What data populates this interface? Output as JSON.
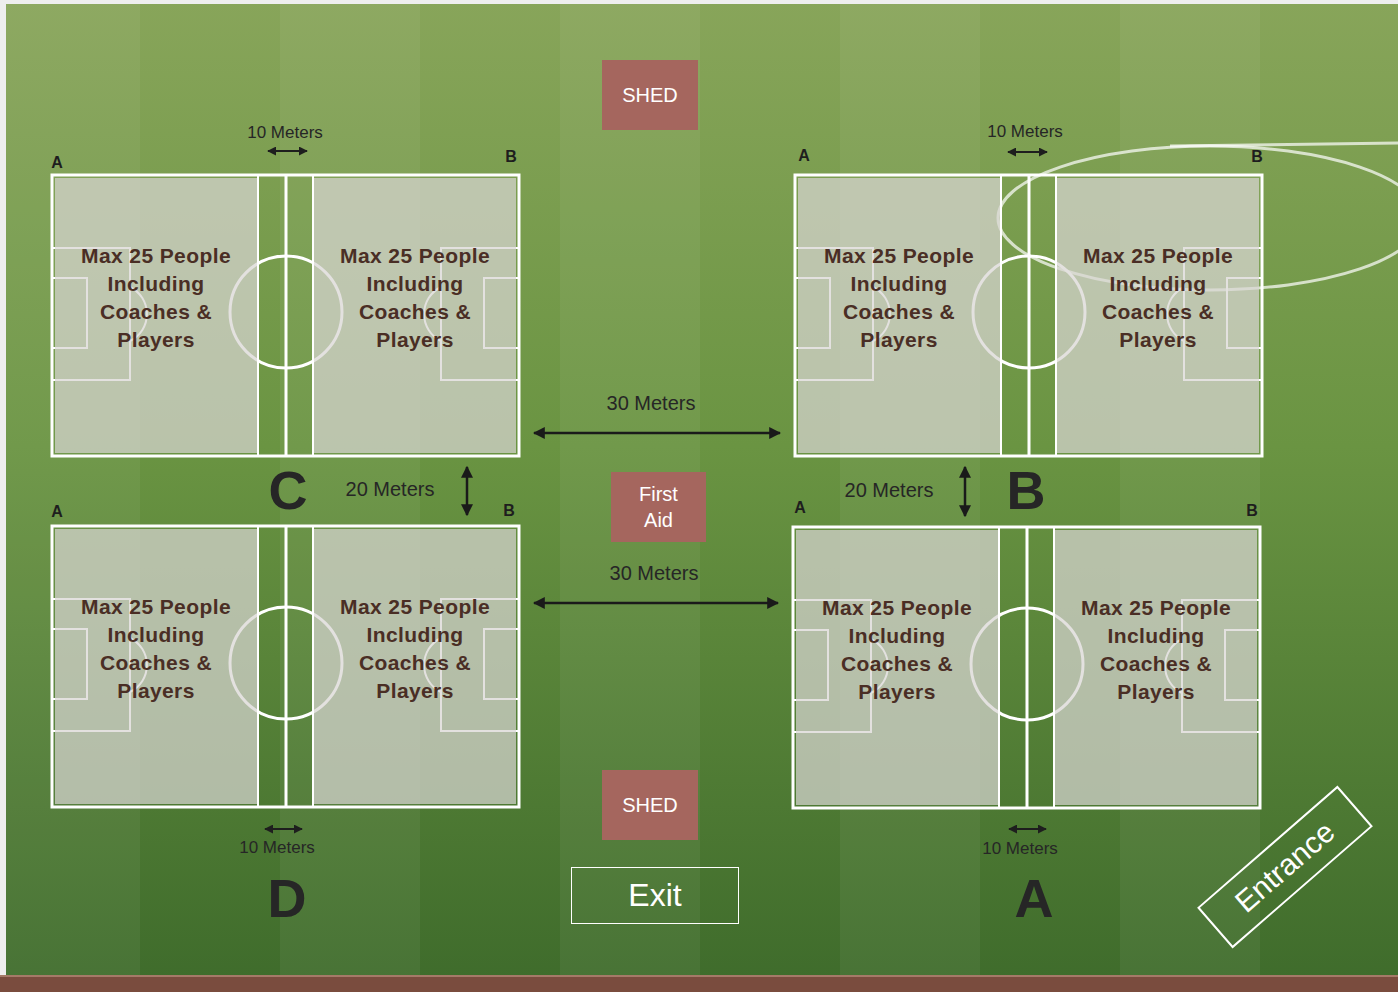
{
  "diagram": {
    "nodes": [
      {
        "text": [
          "SHED"
        ]
      },
      {
        "text": [
          "Max 25 People Including Coaches & Players"
        ]
      },
      {
        "text": [
          "Max 25 People Including Coaches & Players"
        ]
      },
      {
        "text": [
          "Max 25 People Including Coaches & Players"
        ]
      },
      {
        "text": [
          "Max 25 People Including Coaches & Players"
        ]
      },
      {
        "text": [
          "First Aid"
        ]
      },
      {
        "text": [
          "Max 25 People Including Coaches & Players"
        ]
      },
      {
        "text": [
          "Max 25 People Including Coaches & Players"
        ]
      },
      {
        "text": [
          "Max 25 People Including Coaches & Players"
        ]
      },
      {
        "text": [
          "Max 25 People Including Coaches & Players"
        ]
      },
      {
        "text": [
          "SHED"
        ]
      },
      {
        "text": [
          "Exit"
        ]
      },
      {
        "text": [
          "Entrance"
        ]
      }
    ],
    "edges": [
      {
        "from": 2,
        "to": 3,
        "arrow": "both",
        "label": "30 Meters"
      },
      {
        "from": 2,
        "to": 7,
        "arrow": "both",
        "label": "20 Meters"
      },
      {
        "from": 3,
        "to": 8,
        "arrow": "both",
        "label": "20 Meters"
      },
      {
        "from": 7,
        "to": 8,
        "arrow": "both",
        "label": "30 Meters"
      }
    ],
    "labels": [
      "10 Meters",
      "A",
      "B",
      "10 Meters",
      "A",
      "B",
      "C",
      "A",
      "B",
      "B",
      "A",
      "B",
      "10 Meters",
      "10 Meters",
      "D",
      "A"
    ]
  }
}
